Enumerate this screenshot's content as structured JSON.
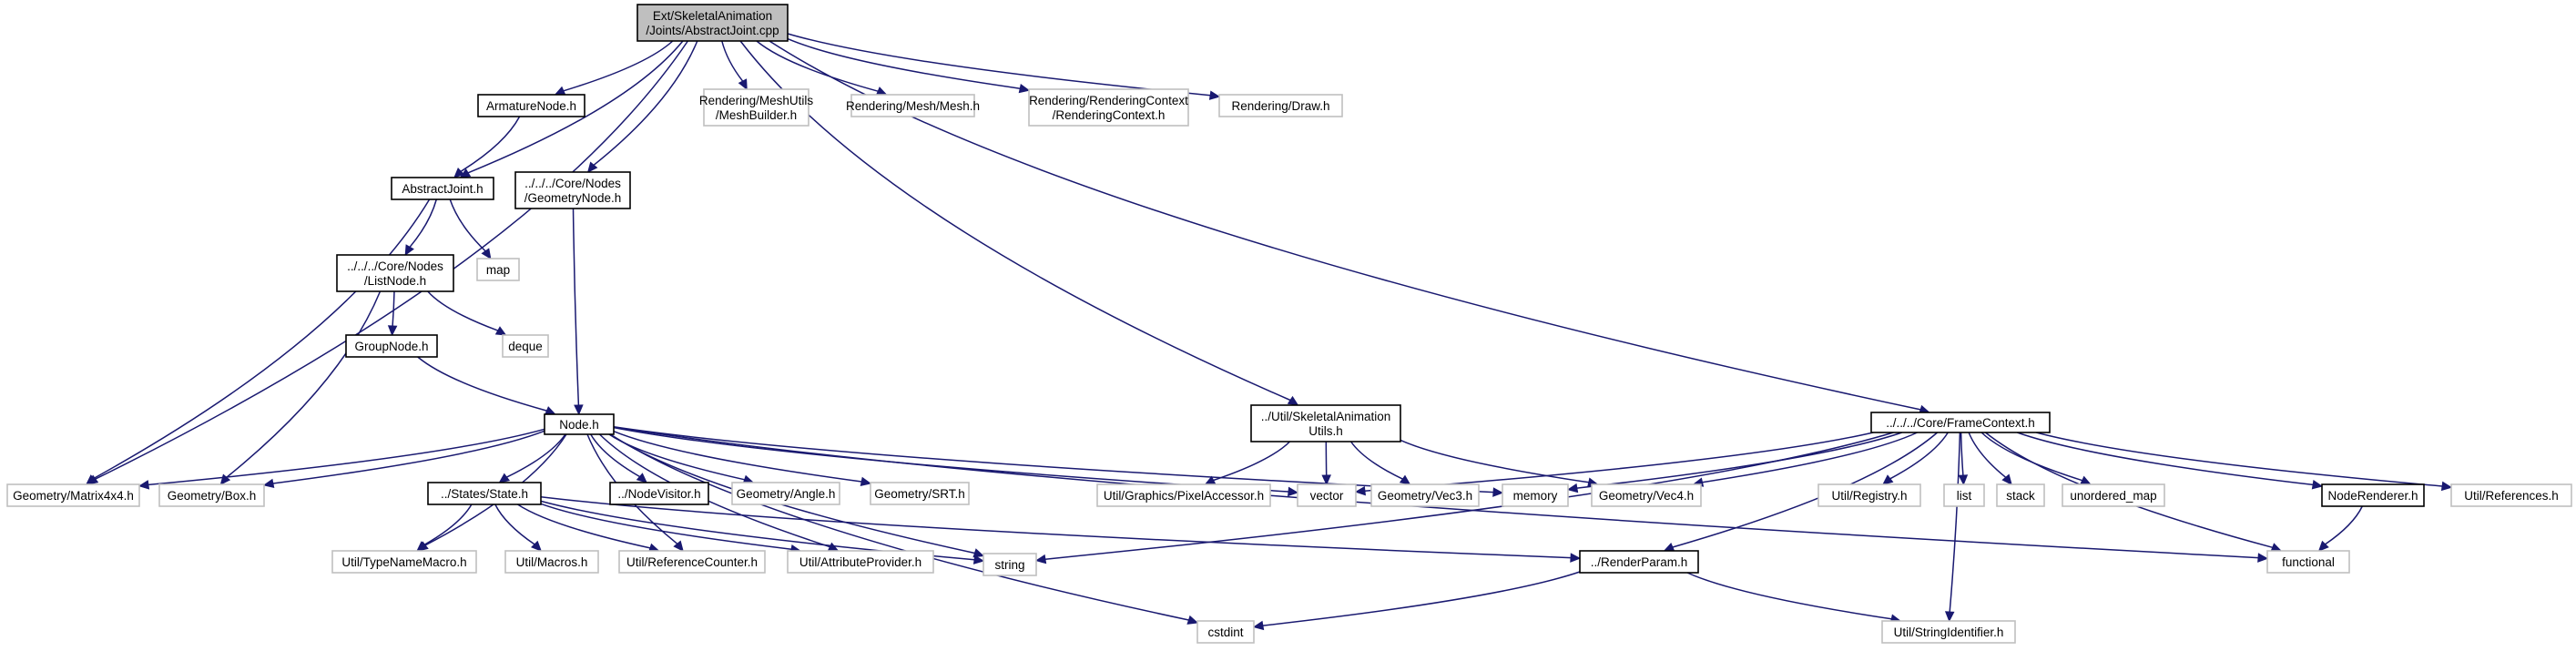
{
  "diagram": {
    "colors": {
      "edge": "#191970",
      "documented_border": "#000000",
      "external_border": "#bfbfbf",
      "root_fill": "#bfbfbf"
    },
    "nodes": [
      {
        "id": "root",
        "lines": [
          "Ext/SkeletalAnimation",
          "/Joints/AbstractJoint.cpp"
        ],
        "kind": "root"
      },
      {
        "id": "armature",
        "lines": [
          "ArmatureNode.h"
        ],
        "kind": "doc"
      },
      {
        "id": "meshbuilder",
        "lines": [
          "Rendering/MeshUtils",
          "/MeshBuilder.h"
        ],
        "kind": "ext"
      },
      {
        "id": "mesh",
        "lines": [
          "Rendering/Mesh/Mesh.h"
        ],
        "kind": "ext"
      },
      {
        "id": "renderctx",
        "lines": [
          "Rendering/RenderingContext",
          "/RenderingContext.h"
        ],
        "kind": "ext"
      },
      {
        "id": "draw",
        "lines": [
          "Rendering/Draw.h"
        ],
        "kind": "ext"
      },
      {
        "id": "abstractjoint",
        "lines": [
          "AbstractJoint.h"
        ],
        "kind": "doc"
      },
      {
        "id": "geomnode",
        "lines": [
          "../../../Core/Nodes",
          "/GeometryNode.h"
        ],
        "kind": "doc"
      },
      {
        "id": "map",
        "lines": [
          "map"
        ],
        "kind": "ext"
      },
      {
        "id": "listnode",
        "lines": [
          "../../../Core/Nodes",
          "/ListNode.h"
        ],
        "kind": "doc"
      },
      {
        "id": "deque",
        "lines": [
          "deque"
        ],
        "kind": "ext"
      },
      {
        "id": "groupnode",
        "lines": [
          "GroupNode.h"
        ],
        "kind": "doc"
      },
      {
        "id": "node",
        "lines": [
          "Node.h"
        ],
        "kind": "doc"
      },
      {
        "id": "skelutils",
        "lines": [
          "../Util/SkeletalAnimation",
          "Utils.h"
        ],
        "kind": "doc"
      },
      {
        "id": "framectx",
        "lines": [
          "../../../Core/FrameContext.h"
        ],
        "kind": "doc"
      },
      {
        "id": "matrix",
        "lines": [
          "Geometry/Matrix4x4.h"
        ],
        "kind": "ext"
      },
      {
        "id": "box",
        "lines": [
          "Geometry/Box.h"
        ],
        "kind": "ext"
      },
      {
        "id": "state",
        "lines": [
          "../States/State.h"
        ],
        "kind": "doc"
      },
      {
        "id": "nodevisitor",
        "lines": [
          "../NodeVisitor.h"
        ],
        "kind": "doc"
      },
      {
        "id": "angle",
        "lines": [
          "Geometry/Angle.h"
        ],
        "kind": "ext"
      },
      {
        "id": "srt",
        "lines": [
          "Geometry/SRT.h"
        ],
        "kind": "ext"
      },
      {
        "id": "pixelacc",
        "lines": [
          "Util/Graphics/PixelAccessor.h"
        ],
        "kind": "ext"
      },
      {
        "id": "vector",
        "lines": [
          "vector"
        ],
        "kind": "ext"
      },
      {
        "id": "vec3",
        "lines": [
          "Geometry/Vec3.h"
        ],
        "kind": "ext"
      },
      {
        "id": "memory",
        "lines": [
          "memory"
        ],
        "kind": "ext"
      },
      {
        "id": "vec4",
        "lines": [
          "Geometry/Vec4.h"
        ],
        "kind": "ext"
      },
      {
        "id": "registry",
        "lines": [
          "Util/Registry.h"
        ],
        "kind": "ext"
      },
      {
        "id": "list",
        "lines": [
          "list"
        ],
        "kind": "ext"
      },
      {
        "id": "stack",
        "lines": [
          "stack"
        ],
        "kind": "ext"
      },
      {
        "id": "umap",
        "lines": [
          "unordered_map"
        ],
        "kind": "ext"
      },
      {
        "id": "noderenderer",
        "lines": [
          "NodeRenderer.h"
        ],
        "kind": "doc"
      },
      {
        "id": "references",
        "lines": [
          "Util/References.h"
        ],
        "kind": "ext"
      },
      {
        "id": "typename",
        "lines": [
          "Util/TypeNameMacro.h"
        ],
        "kind": "ext"
      },
      {
        "id": "macros",
        "lines": [
          "Util/Macros.h"
        ],
        "kind": "ext"
      },
      {
        "id": "refcounter",
        "lines": [
          "Util/ReferenceCounter.h"
        ],
        "kind": "ext"
      },
      {
        "id": "attrprov",
        "lines": [
          "Util/AttributeProvider.h"
        ],
        "kind": "ext"
      },
      {
        "id": "string",
        "lines": [
          "string"
        ],
        "kind": "ext"
      },
      {
        "id": "renderparam",
        "lines": [
          "../RenderParam.h"
        ],
        "kind": "doc"
      },
      {
        "id": "functional",
        "lines": [
          "functional"
        ],
        "kind": "ext"
      },
      {
        "id": "cstdint",
        "lines": [
          "cstdint"
        ],
        "kind": "ext"
      },
      {
        "id": "stringid",
        "lines": [
          "Util/StringIdentifier.h"
        ],
        "kind": "ext"
      }
    ],
    "edges": [
      [
        "root",
        "matrix"
      ],
      [
        "root",
        "abstractjoint"
      ],
      [
        "root",
        "armature"
      ],
      [
        "root",
        "geomnode"
      ],
      [
        "root",
        "skelutils"
      ],
      [
        "root",
        "meshbuilder"
      ],
      [
        "root",
        "mesh"
      ],
      [
        "root",
        "renderctx"
      ],
      [
        "root",
        "draw"
      ],
      [
        "root",
        "framectx"
      ],
      [
        "armature",
        "abstractjoint"
      ],
      [
        "abstractjoint",
        "matrix"
      ],
      [
        "abstractjoint",
        "listnode"
      ],
      [
        "abstractjoint",
        "map"
      ],
      [
        "listnode",
        "box"
      ],
      [
        "listnode",
        "groupnode"
      ],
      [
        "listnode",
        "deque"
      ],
      [
        "groupnode",
        "node"
      ],
      [
        "geomnode",
        "node"
      ],
      [
        "node",
        "matrix"
      ],
      [
        "node",
        "box"
      ],
      [
        "node",
        "typename"
      ],
      [
        "node",
        "state"
      ],
      [
        "node",
        "refcounter"
      ],
      [
        "node",
        "attrprov"
      ],
      [
        "node",
        "cstdint"
      ],
      [
        "node",
        "nodevisitor"
      ],
      [
        "node",
        "angle"
      ],
      [
        "node",
        "srt"
      ],
      [
        "node",
        "string"
      ],
      [
        "node",
        "vector"
      ],
      [
        "node",
        "memory"
      ],
      [
        "node",
        "functional"
      ],
      [
        "state",
        "typename"
      ],
      [
        "state",
        "macros"
      ],
      [
        "state",
        "refcounter"
      ],
      [
        "state",
        "attrprov"
      ],
      [
        "state",
        "string"
      ],
      [
        "state",
        "renderparam"
      ],
      [
        "skelutils",
        "pixelacc"
      ],
      [
        "skelutils",
        "vector"
      ],
      [
        "skelutils",
        "vec3"
      ],
      [
        "skelutils",
        "vec4"
      ],
      [
        "framectx",
        "vector"
      ],
      [
        "framectx",
        "memory"
      ],
      [
        "framectx",
        "vec4"
      ],
      [
        "framectx",
        "registry"
      ],
      [
        "framectx",
        "list"
      ],
      [
        "framectx",
        "stack"
      ],
      [
        "framectx",
        "umap"
      ],
      [
        "framectx",
        "noderenderer"
      ],
      [
        "framectx",
        "references"
      ],
      [
        "framectx",
        "functional"
      ],
      [
        "framectx",
        "string"
      ],
      [
        "framectx",
        "renderparam"
      ],
      [
        "framectx",
        "stringid"
      ],
      [
        "noderenderer",
        "functional"
      ],
      [
        "renderparam",
        "cstdint"
      ],
      [
        "renderparam",
        "stringid"
      ]
    ]
  }
}
